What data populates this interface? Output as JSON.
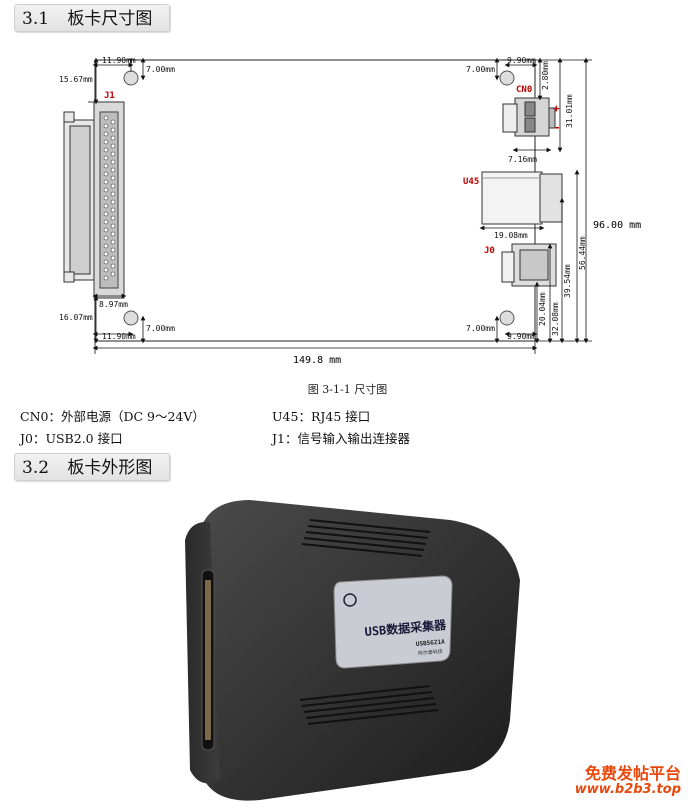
{
  "sections": [
    {
      "number": "3.1",
      "title": "板卡尺寸图"
    },
    {
      "number": "3.2",
      "title": "板卡外形图"
    }
  ],
  "drawing": {
    "overall_width": "149.8 mm",
    "overall_height": "96.00 mm",
    "dims": {
      "d1190_top": "11.90mm",
      "d700_tl": "7.00mm",
      "d1567": "15.67mm",
      "d700_tr": "7.00mm",
      "d990_top": "9.90mm",
      "d280": "2.80mm",
      "d3101": "31.01mm",
      "d716": "7.16mm",
      "d1908": "19.08mm",
      "d5644": "56.44mm",
      "d3954": "39.54mm",
      "d2004": "20.04mm",
      "d3208": "32.08mm",
      "d897": "8.97mm",
      "d1607": "16.07mm",
      "d1190_bot": "11.90mm",
      "d700_bl": "7.00mm",
      "d700_br": "7.00mm",
      "d990_bot": "9.90mm"
    },
    "labels": {
      "j1": "J1",
      "cn0": "CN0",
      "u45": "U45",
      "j0": "J0",
      "plus": "+",
      "minus": "-"
    }
  },
  "caption": "图 3-1-1  尺寸图",
  "legend": {
    "cn0": "CN0：外部电源（DC 9～24V）",
    "u45": "U45：RJ45 接口",
    "j0": "J0：USB2.0 接口",
    "j1": "J1：信号输入输出连接器"
  },
  "device": {
    "label_title": "USB数据采集器",
    "label_model": "USB5621A",
    "label_brand": "阿尔泰科技"
  },
  "watermark": {
    "line1": "免费发帖平台",
    "line2": "www.b2b3.top"
  }
}
